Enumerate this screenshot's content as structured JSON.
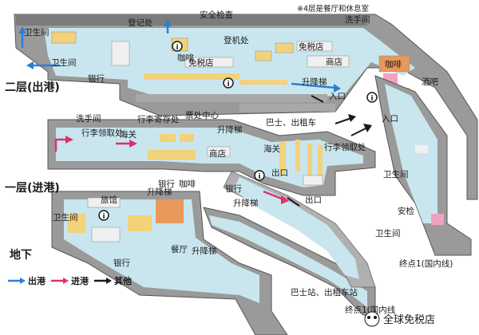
{
  "floors": {
    "upper": "二层(出港)",
    "lower": "一层(进港)",
    "basement": "地下"
  },
  "note": "※4层是餐厅和休息室",
  "labels": {
    "checkin": "登记处",
    "security": "安全检查",
    "wc": "卫生间",
    "coffee": "咖啡",
    "dutyfree": "免税店",
    "boarding": "登机处",
    "washroom": "洗手间",
    "shop": "商店",
    "bar": "酒吧",
    "bank": "银行",
    "elevator": "升降梯",
    "entrance": "入口",
    "exit": "出口",
    "ticket": "票处中心",
    "busTaxi": "巴士、出租车",
    "baggageStorage": "行李寄存处",
    "baggageClaim": "行李领取处",
    "customs": "海关",
    "hotel": "旅馆",
    "restaurant": "餐厅",
    "busTaxiStation": "巴士站、出租车站",
    "inspection": "安检",
    "terminal1": "终点1(国内线)",
    "terminalShort": "终点1(国内线",
    "info": "i"
  },
  "legend": {
    "departure": "出港",
    "arrival": "进港",
    "other": "其他"
  },
  "watermark": "全球免税店",
  "colors": {
    "departure": "#2a7fd4",
    "arrival": "#e0306a",
    "other": "#1a1a1a",
    "floorFill": "#c9e6ee",
    "wall": "#8c8c8c",
    "shop": "#e8c46a",
    "restaurant": "#e8985a"
  }
}
